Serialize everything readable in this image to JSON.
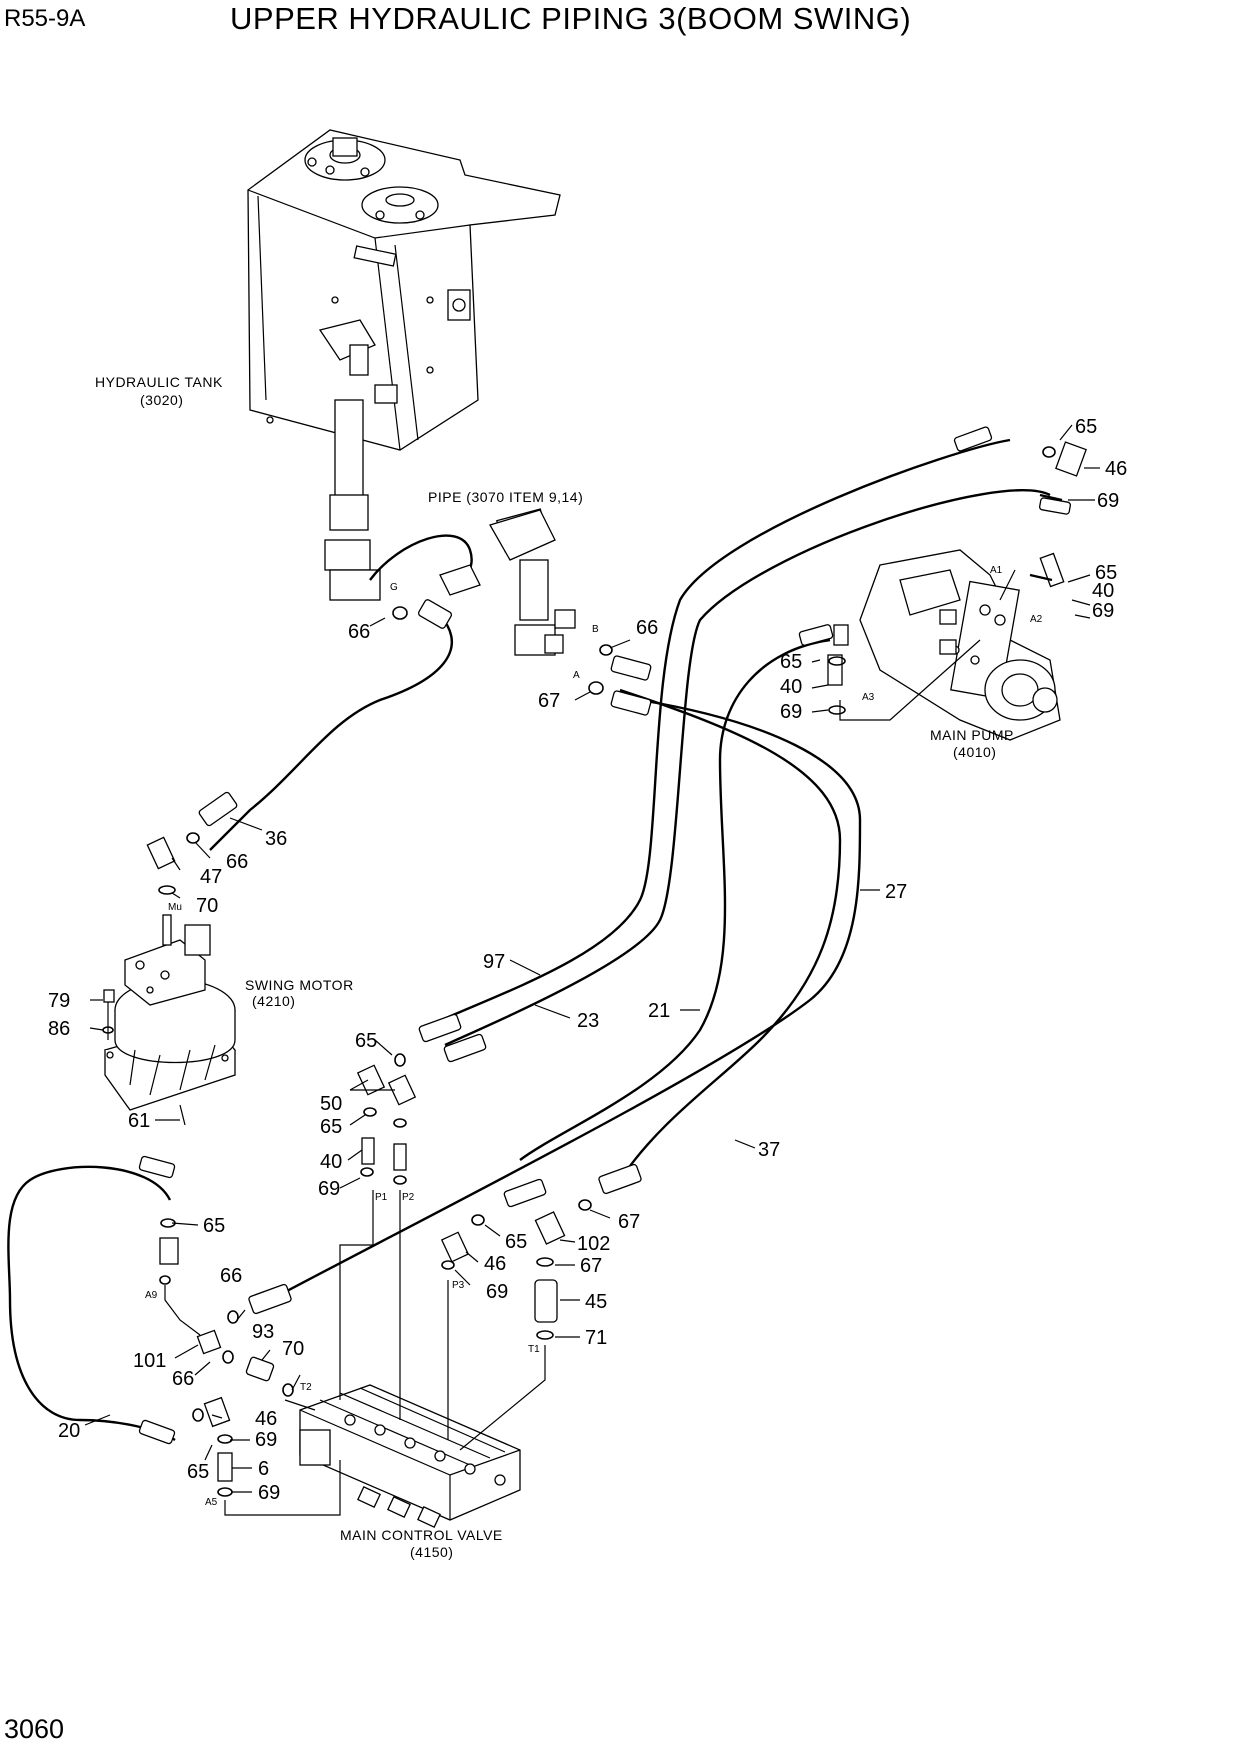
{
  "header": {
    "model": "R55-9A",
    "title": "UPPER HYDRAULIC PIPING 3(BOOM SWING)",
    "page_number": "3060"
  },
  "components": {
    "hydraulic_tank": {
      "name": "HYDRAULIC TANK",
      "ref": "(3020)"
    },
    "pipe_ref": "PIPE (3070 ITEM 9,14)",
    "main_pump": {
      "name": "MAIN PUMP",
      "ref": "(4010)"
    },
    "swing_motor": {
      "name": "SWING MOTOR",
      "ref": "(4210)"
    },
    "main_control_valve": {
      "name": "MAIN CONTROL VALVE",
      "ref": "(4150)"
    }
  },
  "ports": [
    "G",
    "B",
    "A",
    "A1",
    "A2",
    "A3",
    "Mu",
    "A9",
    "P1",
    "P2",
    "P3",
    "T1",
    "T2",
    "A5"
  ],
  "callouts": [
    "65",
    "46",
    "69",
    "65",
    "40",
    "69",
    "66",
    "67",
    "66",
    "65",
    "40",
    "69",
    "36",
    "66",
    "47",
    "70",
    "27",
    "97",
    "23",
    "21",
    "79",
    "86",
    "61",
    "65",
    "50",
    "65",
    "40",
    "69",
    "37",
    "65",
    "67",
    "65",
    "46",
    "102",
    "67",
    "69",
    "45",
    "66",
    "93",
    "70",
    "71",
    "101",
    "66",
    "46",
    "69",
    "65",
    "6",
    "69",
    "20"
  ]
}
